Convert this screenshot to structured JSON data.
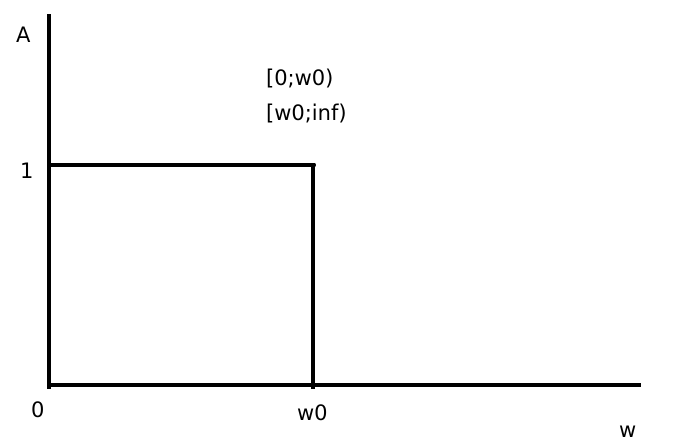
{
  "axes": {
    "y_label": "A",
    "x_label": "w",
    "origin_label": "0",
    "y_tick_label": "1",
    "x_tick_label": "w0"
  },
  "annotations": {
    "range_low": "[0;w0)",
    "range_high": "[w0;inf)"
  },
  "colors": {
    "ink": "#000000",
    "background": "#ffffff"
  }
}
